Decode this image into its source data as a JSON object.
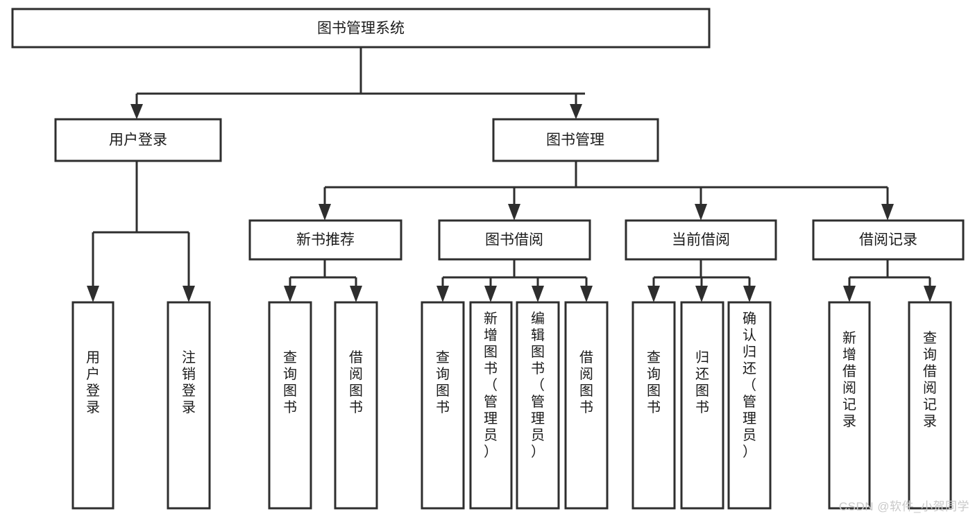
{
  "diagram": {
    "type": "tree-hierarchy-flowchart",
    "orientation": "top-down",
    "colors": {
      "node_fill": "#ffffff",
      "node_stroke": "#2e2e2e",
      "link_stroke": "#2e2e2e",
      "text": "#1b1b1b",
      "watermark": "#c9c9c9",
      "background": "#ffffff"
    },
    "root": {
      "id": "root",
      "label": "图书管理系统"
    },
    "level2": [
      {
        "id": "user-login",
        "label": "用户登录"
      },
      {
        "id": "book-manage",
        "label": "图书管理"
      }
    ],
    "level3": [
      {
        "id": "new-book-rec",
        "label": "新书推荐",
        "parent": "book-manage"
      },
      {
        "id": "book-borrow",
        "label": "图书借阅",
        "parent": "book-manage"
      },
      {
        "id": "current-borrow",
        "label": "当前借阅",
        "parent": "book-manage"
      },
      {
        "id": "borrow-record",
        "label": "借阅记录",
        "parent": "book-manage"
      }
    ],
    "leaves": [
      {
        "id": "leaf-user-login",
        "label": "用户登录",
        "parent": "user-login"
      },
      {
        "id": "leaf-logout",
        "label": "注销登录",
        "parent": "user-login"
      },
      {
        "id": "leaf-query-book-1",
        "label": "查询图书",
        "parent": "new-book-rec"
      },
      {
        "id": "leaf-borrow-book-1",
        "label": "借阅图书",
        "parent": "new-book-rec"
      },
      {
        "id": "leaf-query-book-2",
        "label": "查询图书",
        "parent": "book-borrow"
      },
      {
        "id": "leaf-add-book",
        "label": "新增图书（管理员）",
        "parent": "book-borrow"
      },
      {
        "id": "leaf-edit-book",
        "label": "编辑图书（管理员）",
        "parent": "book-borrow"
      },
      {
        "id": "leaf-borrow-book-2",
        "label": "借阅图书",
        "parent": "book-borrow"
      },
      {
        "id": "leaf-query-book-3",
        "label": "查询图书",
        "parent": "current-borrow"
      },
      {
        "id": "leaf-return-book",
        "label": "归还图书",
        "parent": "current-borrow"
      },
      {
        "id": "leaf-confirm-return",
        "label": "确认归还（管理员）",
        "parent": "current-borrow"
      },
      {
        "id": "leaf-add-record",
        "label": "新增借阅记录",
        "parent": "borrow-record"
      },
      {
        "id": "leaf-query-record",
        "label": "查询借阅记录",
        "parent": "borrow-record"
      }
    ]
  },
  "watermark": {
    "text": "CSDN @软件_小贺同学"
  }
}
